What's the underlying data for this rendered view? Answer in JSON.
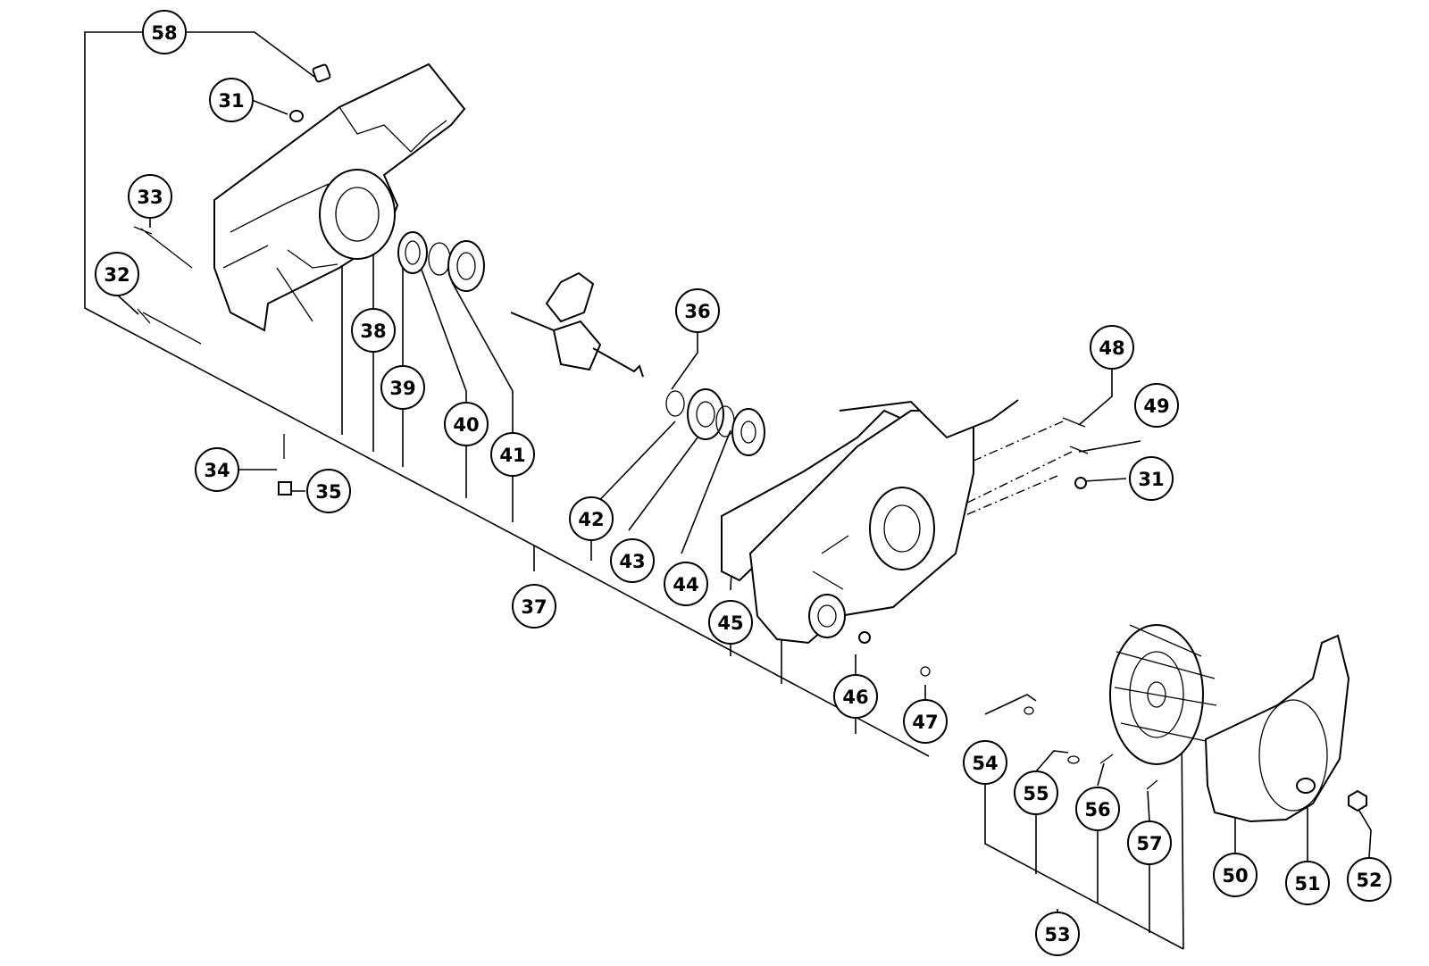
{
  "diagram": {
    "callouts": {
      "c58": "58",
      "c31a": "31",
      "c33": "33",
      "c32": "32",
      "c38": "38",
      "c39": "39",
      "c40": "40",
      "c41": "41",
      "c34": "34",
      "c35": "35",
      "c36": "36",
      "c37": "37",
      "c42": "42",
      "c43": "43",
      "c44": "44",
      "c45": "45",
      "c46": "46",
      "c47": "47",
      "c48": "48",
      "c49": "49",
      "c31b": "31",
      "c54": "54",
      "c55": "55",
      "c56": "56",
      "c57": "57",
      "c53": "53",
      "c50": "50",
      "c51": "51",
      "c52": "52"
    }
  }
}
